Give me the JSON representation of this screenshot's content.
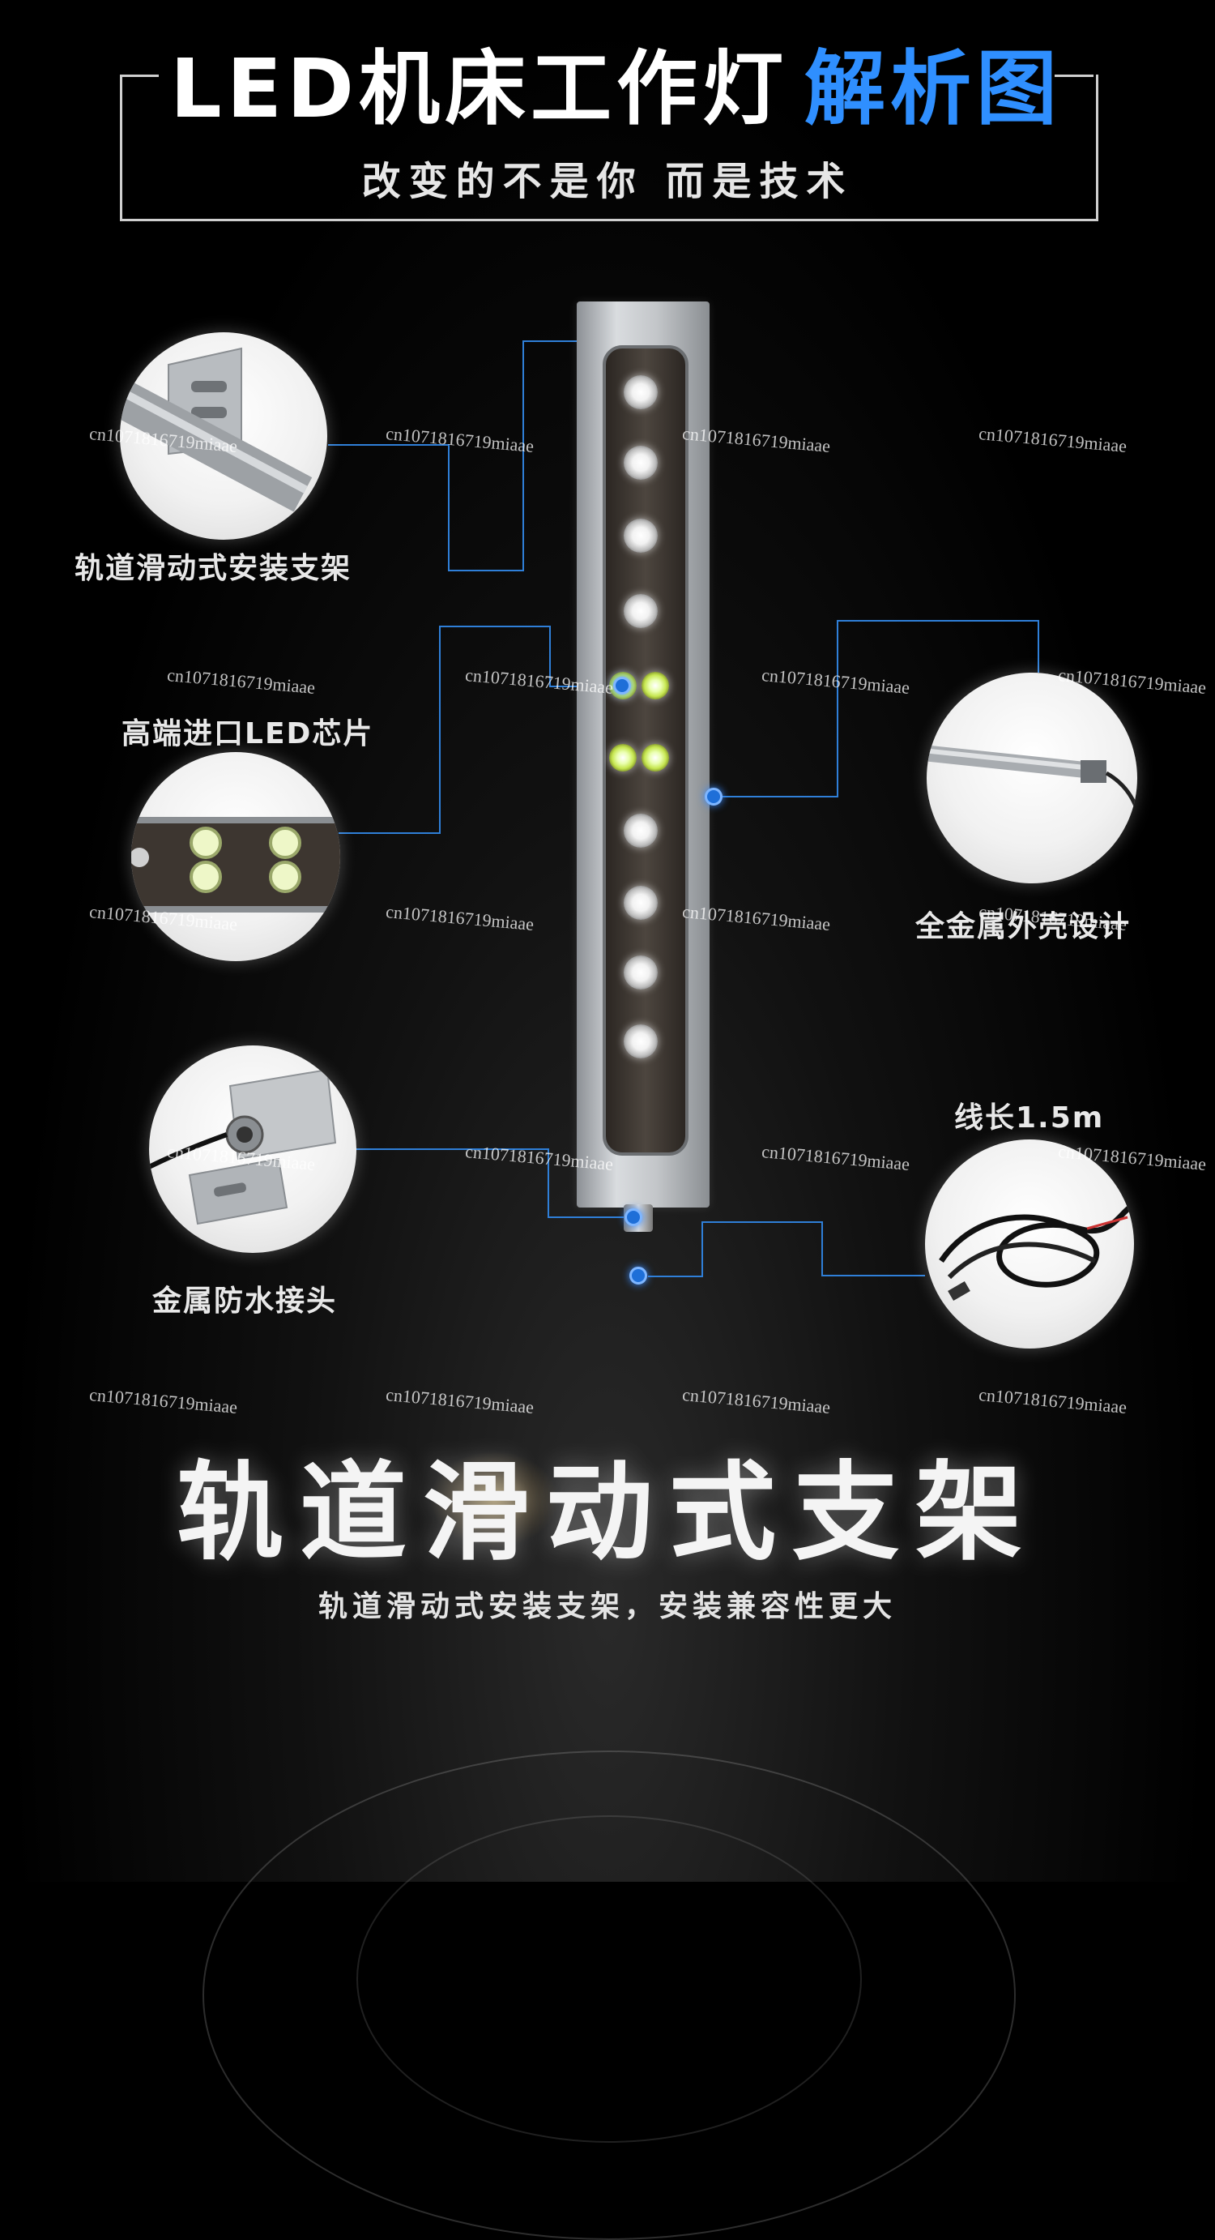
{
  "header": {
    "title_main": "LED机床工作灯",
    "title_accent": "解析图",
    "subtitle": "改变的不是你  而是技术",
    "accent_color": "#2f8fff"
  },
  "features": {
    "bracket": "轨道滑动式安装支架",
    "chip": "高端进口LED芯片",
    "connector": "金属防水接头",
    "housing": "全金属外壳设计",
    "cable": "线长1.5m"
  },
  "watermark": "cn1071816719miaae",
  "bottom": {
    "headline": "轨道滑动式支架",
    "caption": "轨道滑动式安装支架，安装兼容性更大"
  }
}
